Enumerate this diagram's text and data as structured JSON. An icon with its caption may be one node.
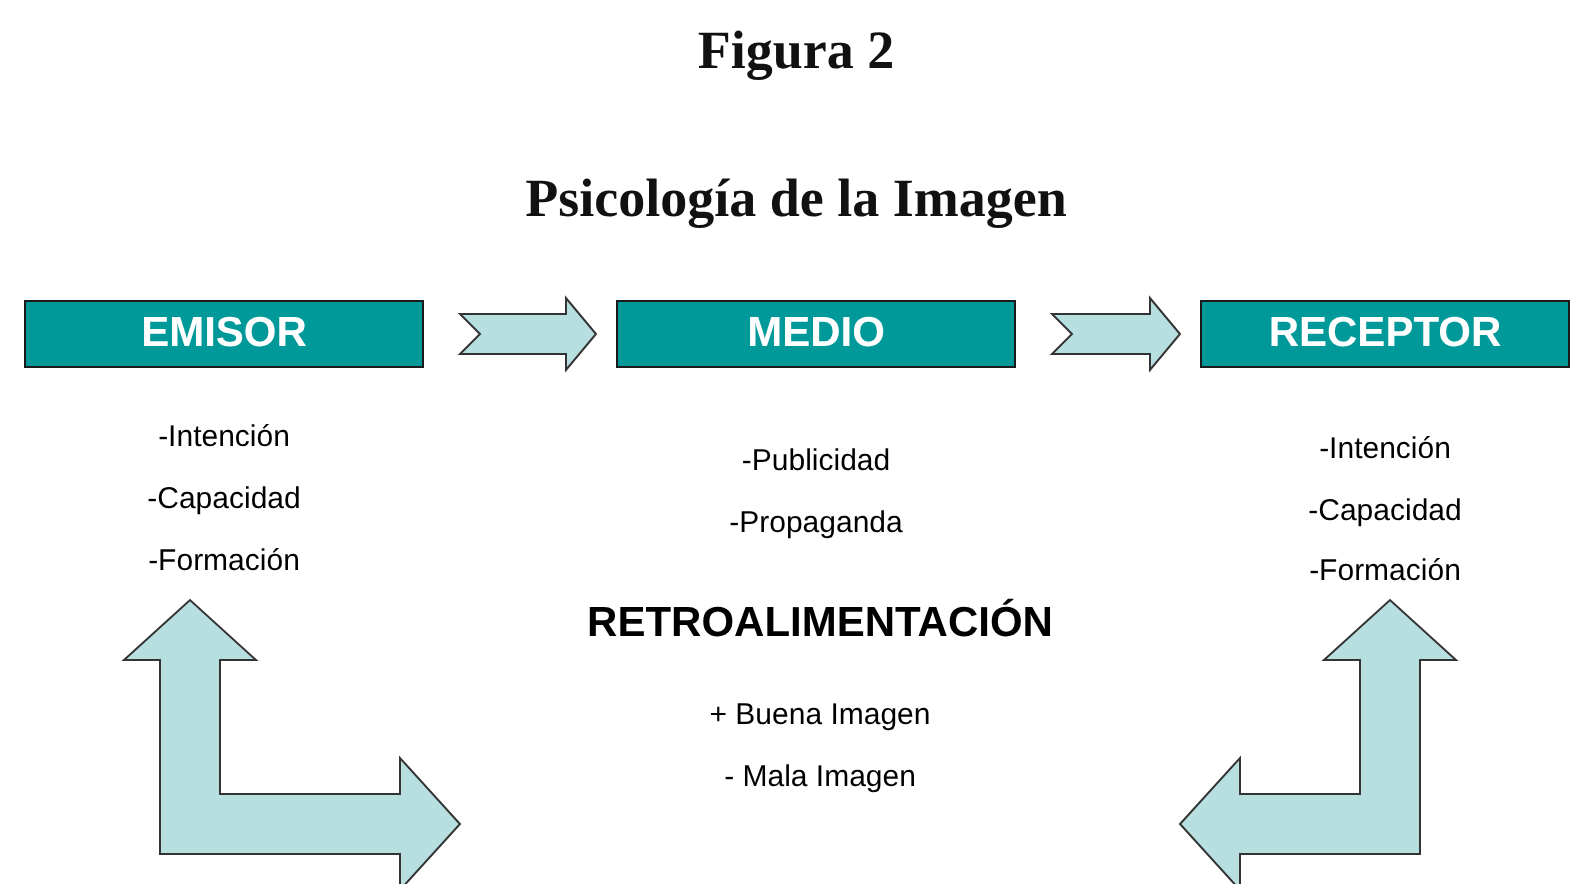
{
  "diagram": {
    "title": "Figura 2",
    "nodes": [
      {
        "text": [
          "EMISOR"
        ],
        "beside": [
          "-Intención",
          "-Capacidad",
          "-Formación"
        ]
      },
      {
        "text": [
          "MEDIO"
        ],
        "beside": [
          "-Publicidad",
          "-Propaganda"
        ]
      },
      {
        "text": [
          "RECEPTOR"
        ],
        "beside": [
          "-Intención",
          "-Capacidad",
          "-Formación"
        ]
      },
      {
        "text": [
          "RETROALIMENTACIÓN"
        ],
        "beside": [
          "+ Buena Imagen",
          "- Mala Imagen"
        ]
      }
    ],
    "edges": [
      {
        "from": 0,
        "to": 1,
        "arrow": "to",
        "style": "thick"
      },
      {
        "from": 1,
        "to": 2,
        "arrow": "to",
        "style": "thick"
      },
      {
        "from": 0,
        "to": 3,
        "arrow": "both",
        "style": "thick"
      },
      {
        "from": 2,
        "to": 3,
        "arrow": "both",
        "style": "thick"
      }
    ],
    "labels": [
      "Psicología de la Imagen"
    ]
  }
}
